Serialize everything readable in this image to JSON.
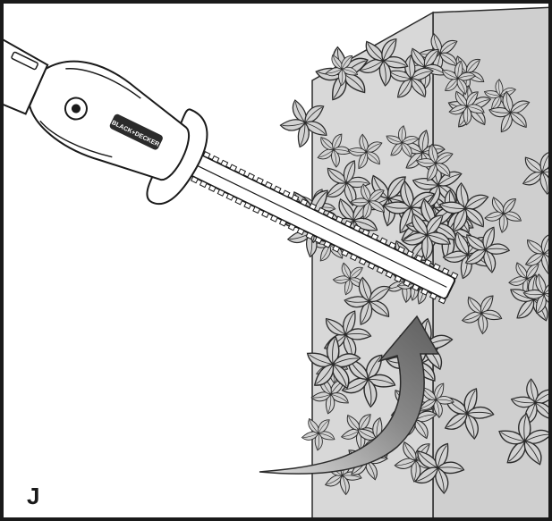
{
  "figure": {
    "label": "J",
    "brand_mark": "BLACK+DECKER"
  },
  "colors": {
    "frame": "#1a1a1a",
    "wall": "#d6d6d6",
    "hedge_fill": "#cfcfcf",
    "leaf_stroke": "#2b2b2b",
    "tool_fill": "#ffffff",
    "arrow_dark": "#6e6e6e",
    "arrow_light": "#dedede"
  },
  "icons": {
    "hedge_trimmer": "hedge-trimmer-illustration",
    "motion_arrow": "curved-arrow-icon"
  }
}
